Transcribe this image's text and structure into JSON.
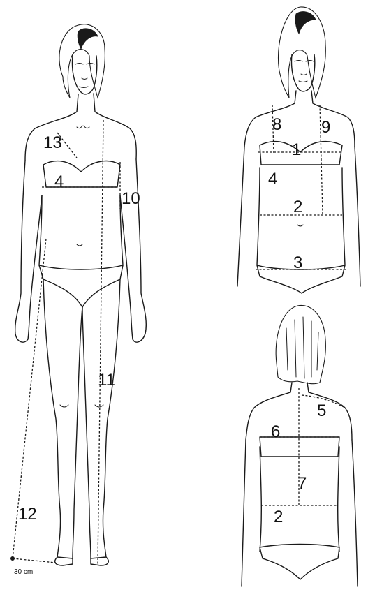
{
  "labels": {
    "front": {
      "m13": "13",
      "m4": "4",
      "m10": "10",
      "m11": "11",
      "m12": "12",
      "distance": "30 cm"
    },
    "front_right": {
      "m8": "8",
      "m9": "9",
      "m1": "1",
      "m4": "4",
      "m2": "2",
      "m3": "3"
    },
    "back": {
      "m5": "5",
      "m6": "6",
      "m7": "7",
      "m2": "2"
    }
  },
  "colors": {
    "ink": "#1a1a1a",
    "background": "#ffffff"
  }
}
